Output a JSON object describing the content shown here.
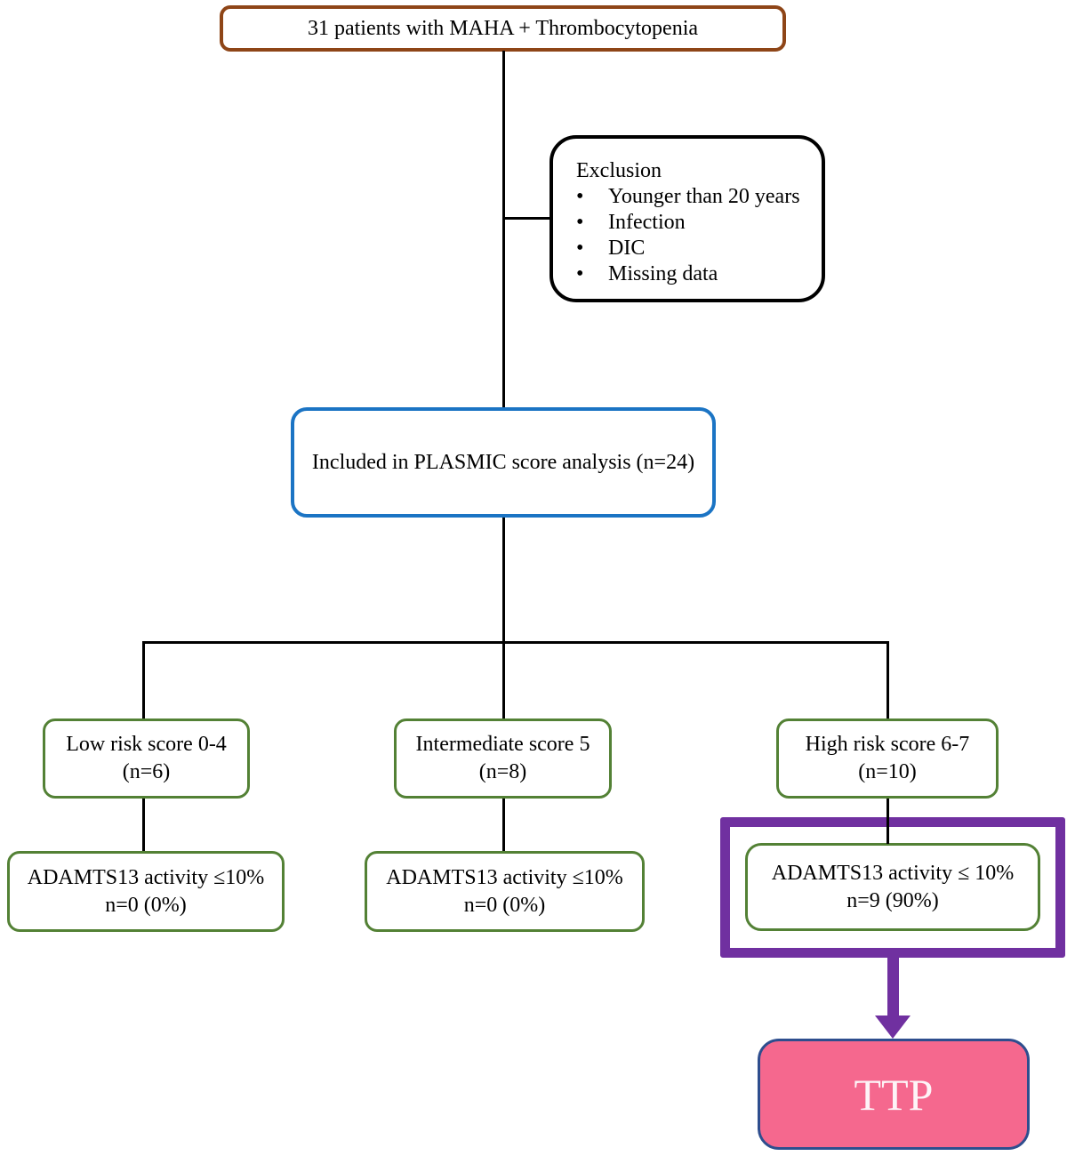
{
  "diagram": {
    "top_box": {
      "label": "31 patients with MAHA + Thrombocytopenia"
    },
    "exclusion_box": {
      "heading": "Exclusion",
      "bullet": "•",
      "items": [
        "Younger than 20 years",
        "Infection",
        "DIC",
        "Missing data"
      ]
    },
    "included_box": {
      "label": "Included in PLASMIC score analysis (n=24)"
    },
    "risk_boxes": [
      {
        "line1": "Low risk score 0-4",
        "line2": "(n=6)"
      },
      {
        "line1": "Intermediate score 5",
        "line2": "(n=8)"
      },
      {
        "line1": "High risk score 6-7",
        "line2": "(n=10)"
      }
    ],
    "adamts_boxes": [
      {
        "line1": "ADAMTS13 activity ≤10%",
        "line2": "n=0 (0%)"
      },
      {
        "line1": "ADAMTS13 activity ≤10%",
        "line2": "n=0 (0%)"
      },
      {
        "line1": "ADAMTS13 activity ≤ 10%",
        "line2": "n=9 (90%)"
      }
    ],
    "ttp_box": {
      "label": "TTP"
    },
    "colors": {
      "brown": "#8E4517",
      "blue": "#1B74C4",
      "green": "#538135",
      "purple": "#7030A0",
      "pink": "#F5688E",
      "navy": "#2E4E8E",
      "line": "#000000"
    }
  }
}
